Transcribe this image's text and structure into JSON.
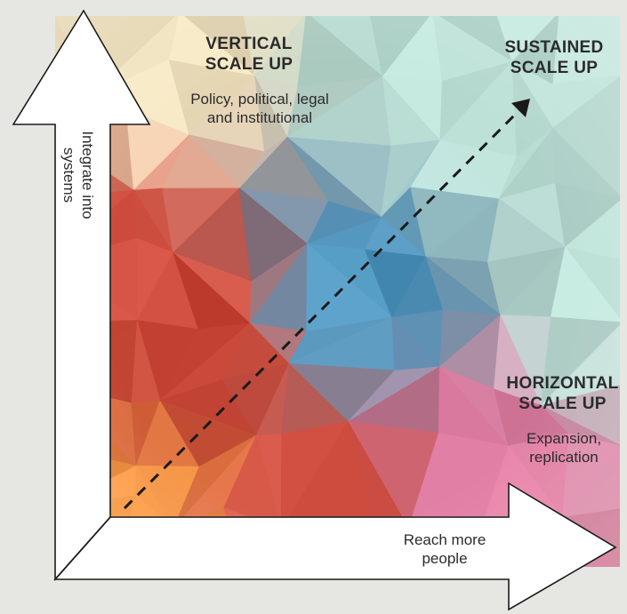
{
  "regions": {
    "vertical": {
      "title_lines": [
        "VERTICAL",
        "SCALE UP"
      ],
      "desc_lines": [
        "Policy, political, legal",
        "and institutional"
      ]
    },
    "sustained": {
      "title_lines": [
        "SUSTAINED",
        "SCALE UP"
      ]
    },
    "horizontal": {
      "title_lines": [
        "HORIZONTAL",
        "SCALE UP"
      ],
      "desc_lines": [
        "Expansion,",
        "replication"
      ]
    }
  },
  "axes": {
    "vertical_label_lines": [
      "Integrate into",
      "systems"
    ],
    "horizontal_label_lines": [
      "Reach more",
      "people"
    ]
  },
  "colors": {
    "background": "#e6e6e3",
    "arrow_fill": "#ffffff",
    "arrow_stroke": "#1a1a1a",
    "diagonal": "#1a1a1a",
    "zone_orange": "#f0913d",
    "zone_red": "#cc4a3b",
    "zone_blue": "#4f96bf",
    "zone_mint": "#b9ddd3",
    "zone_pink": "#e27fa4",
    "zone_cream": "#efe1bd"
  }
}
